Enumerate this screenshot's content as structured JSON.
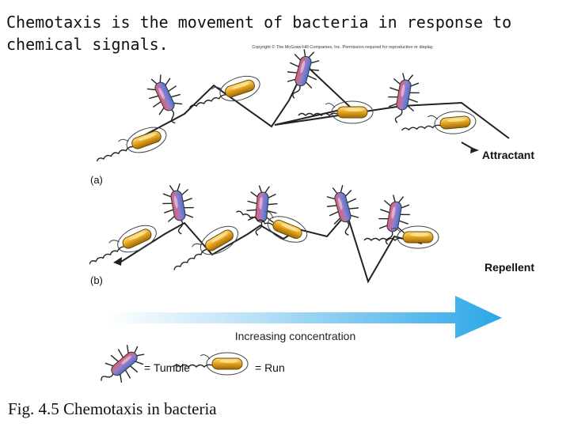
{
  "header": {
    "title": "Chemotaxis is the movement of bacteria in response to chemical signals."
  },
  "figure": {
    "copyright": "Copyright © The McGraw-Hill Companies, Inc. Permission required for reproduction or display.",
    "panel_a": {
      "label": "(a)",
      "target": "Attractant"
    },
    "panel_b": {
      "label": "(b)",
      "target": "Repellent"
    },
    "gradient": {
      "label": "Increasing concentration",
      "color": "#2aa7e8"
    },
    "legend": {
      "tumble_label": "= Tumble",
      "run_label": "= Run"
    },
    "colors": {
      "tumble_body": "#5a7bd0",
      "run_body": "#e0a21c"
    }
  },
  "caption": "Fig. 4.5 Chemotaxis in bacteria"
}
